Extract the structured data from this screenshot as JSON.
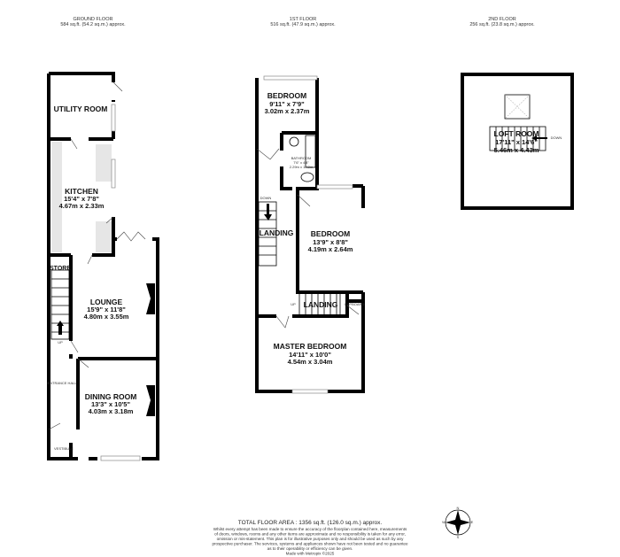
{
  "floors": [
    {
      "name": "GROUND FLOOR",
      "area": "584 sq.ft. (54.2 sq.m.) approx."
    },
    {
      "name": "1ST FLOOR",
      "area": "516 sq.ft. (47.9 sq.m.) approx."
    },
    {
      "name": "2ND FLOOR",
      "area": "256 sq.ft. (23.8 sq.m.) approx."
    }
  ],
  "rooms": {
    "utility": {
      "name": "UTILITY ROOM"
    },
    "kitchen": {
      "name": "KITCHEN",
      "imperial": "15'4\"  x 7'8\"",
      "metric": "4.67m  x 2.33m"
    },
    "store": {
      "name": "STORE"
    },
    "lounge": {
      "name": "LOUNGE",
      "imperial": "15'9\"  x 11'8\"",
      "metric": "4.80m  x 3.55m"
    },
    "entrance": {
      "name": "ENTRANCE HALL"
    },
    "dining": {
      "name": "DINING ROOM",
      "imperial": "13'3\"  x 10'5\"",
      "metric": "4.03m  x 3.18m"
    },
    "vestibule": {
      "name": "VESTIBULE"
    },
    "bedroom1": {
      "name": "BEDROOM",
      "imperial": "9'11\"  x 7'9\"",
      "metric": "3.02m  x 2.37m"
    },
    "bathroom": {
      "name": "BATHROOM",
      "imperial": "7'6\"  x 4'8\"",
      "metric": "2.29m  x 1.42m"
    },
    "bedroom2": {
      "name": "BEDROOM",
      "imperial": "13'9\"  x 8'8\"",
      "metric": "4.19m  x 2.64m"
    },
    "landing1": {
      "name": "LANDING"
    },
    "landing2": {
      "name": "LANDING"
    },
    "cupboard": {
      "name": "CUPBOARD"
    },
    "master": {
      "name": "MASTER BEDROOM",
      "imperial": "14'11\"  x 10'0\"",
      "metric": "4.54m  x 3.04m"
    },
    "loft": {
      "name": "LOFT ROOM",
      "imperial": "17'11\"  x 14'6\"",
      "metric": "5.46m  x 4.43m"
    }
  },
  "stair_labels": {
    "up": "UP",
    "down": "DOWN"
  },
  "compass": {
    "n": "N",
    "e": "E",
    "s": "S",
    "w": "W"
  },
  "footer": {
    "total": "TOTAL FLOOR AREA : 1356 sq.ft. (126.0 sq.m.) approx.",
    "disclaimer": [
      "Whilst every attempt has been made to ensure the accuracy of the floorplan contained here, measurements",
      "of doors, windows, rooms and any other items are approximate and no responsibility is taken for any error,",
      "omission or mis-statement. This plan is for illustrative purposes only and should be used as such by any",
      "prospective purchaser. The services, systems and appliances shown have not been tested and no guarantee",
      "as to their operability or efficiency can be given."
    ],
    "credit": "Made with Metropix ©2025"
  }
}
